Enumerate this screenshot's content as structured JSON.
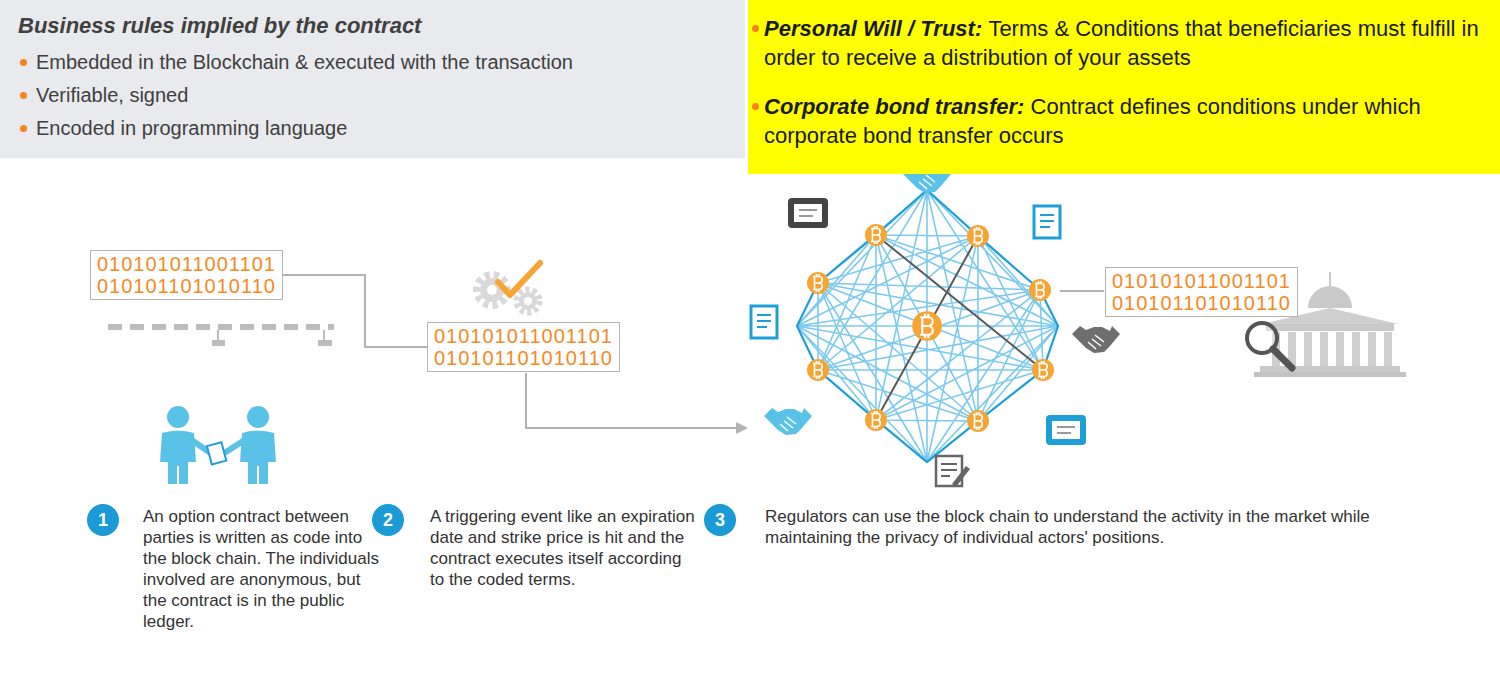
{
  "diagram": {
    "nodes": [
      {
        "text": [
          "Business rules implied by the contract",
          "Embedded in the Blockchain & executed with the transaction",
          "Verifiable, signed",
          "Encoded in programming language"
        ]
      },
      {
        "text": [
          "Personal Will / Trust:",
          "Terms & Conditions that beneficiaries must fulfill in order to receive a distribution of your assets",
          "Corporate bond transfer:",
          "Contract defines conditions under which corporate bond transfer occurs"
        ]
      },
      {
        "text": [
          "010101011001101 010101101010110"
        ]
      },
      {
        "text": [
          "010101011001101 010101101010110"
        ]
      },
      {
        "text": [
          "010101011001101 010101101010110"
        ]
      },
      {
        "text": [
          "1"
        ]
      },
      {
        "text": [
          "2"
        ]
      },
      {
        "text": [
          "3"
        ]
      }
    ],
    "edges": [
      {
        "from": 2,
        "to": 3,
        "arrow": "none"
      }
    ],
    "labels": [
      "An option contract between parties is written as code into the block chain. The individuals involved are anonymous, but the contract is in the public ledger.",
      "A triggering event like an expiration date and strike price is hit and the contract executes itself according to the coded terms.",
      "Regulators can use the block chain to understand the activity in the market while maintaining the privacy of individual actors' positions."
    ]
  }
}
